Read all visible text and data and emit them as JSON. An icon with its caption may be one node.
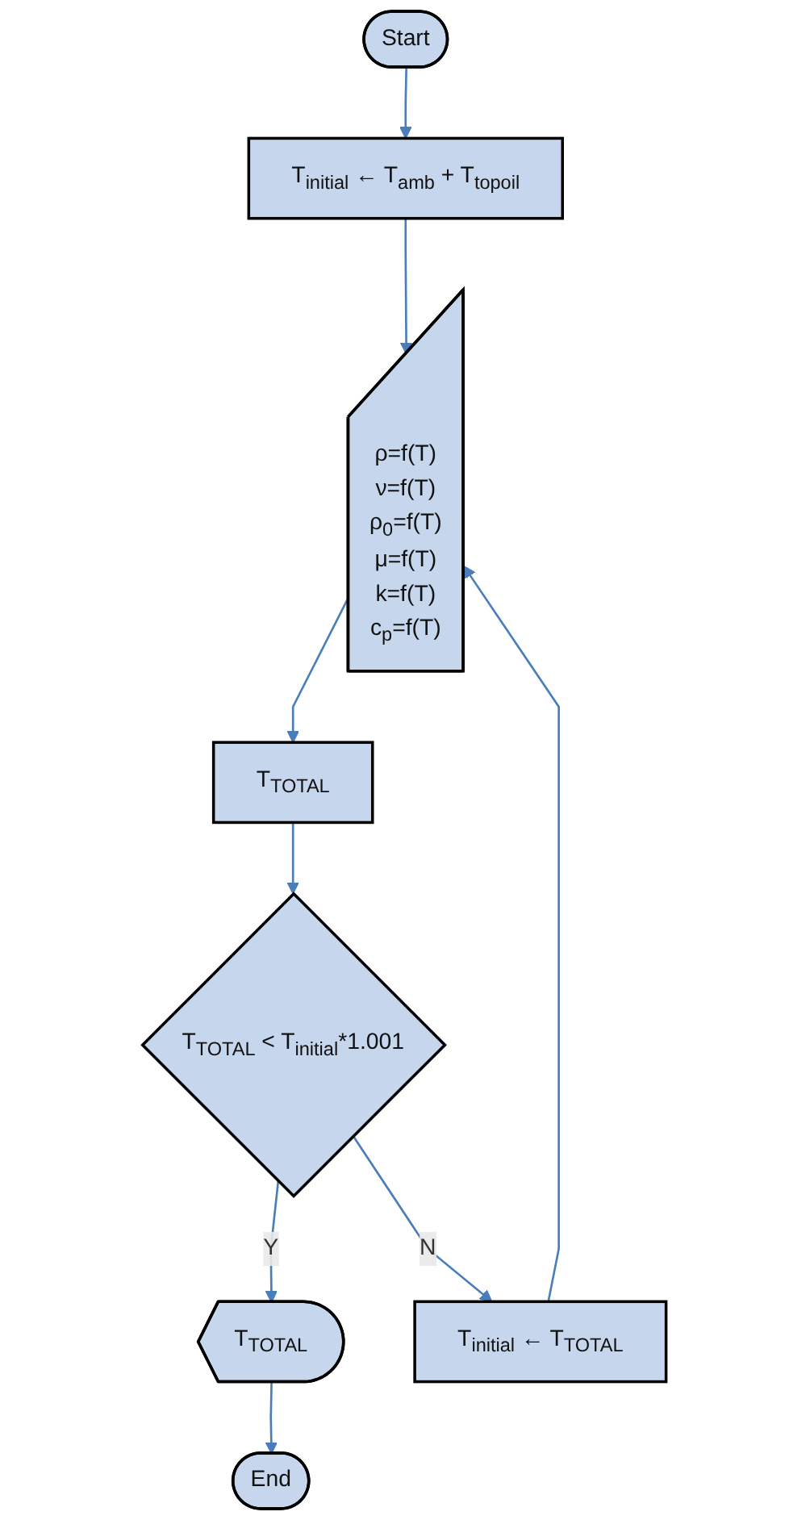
{
  "diagram": {
    "nodes": [
      {
        "text": [
          "Start"
        ]
      },
      {
        "text": [
          "T$_{initial}$ ← T$_{amb}$ + T$_{topoil}$"
        ]
      },
      {
        "text": [
          "ρ=f(T)",
          "ν=f(T)",
          "ρ$_{0}$=f(T)",
          "μ=f(T)",
          "k=f(T)",
          "c$_{p}$=f(T)"
        ]
      },
      {
        "text": [
          "T$_{TOTAL}$"
        ]
      },
      {
        "text": [
          "T$_{TOTAL}$ < T$_{initial}$*1.001"
        ]
      },
      {
        "text": [
          "T$_{TOTAL}$"
        ]
      },
      {
        "text": [
          "End"
        ]
      },
      {
        "text": [
          "T$_{initial}$ ← T$_{TOTAL}$"
        ]
      }
    ],
    "edges": [
      {
        "from": 0,
        "to": 1,
        "arrow": "to"
      },
      {
        "from": 1,
        "to": 2,
        "arrow": "to"
      },
      {
        "from": 2,
        "to": 3,
        "arrow": "to"
      },
      {
        "from": 3,
        "to": 4,
        "arrow": "to"
      },
      {
        "from": 4,
        "to": 5,
        "arrow": "to",
        "label": "Y"
      },
      {
        "from": 5,
        "to": 6,
        "arrow": "to"
      },
      {
        "from": 4,
        "to": 7,
        "arrow": "to",
        "label": "N"
      },
      {
        "from": 7,
        "to": 2,
        "arrow": "to"
      }
    ]
  }
}
